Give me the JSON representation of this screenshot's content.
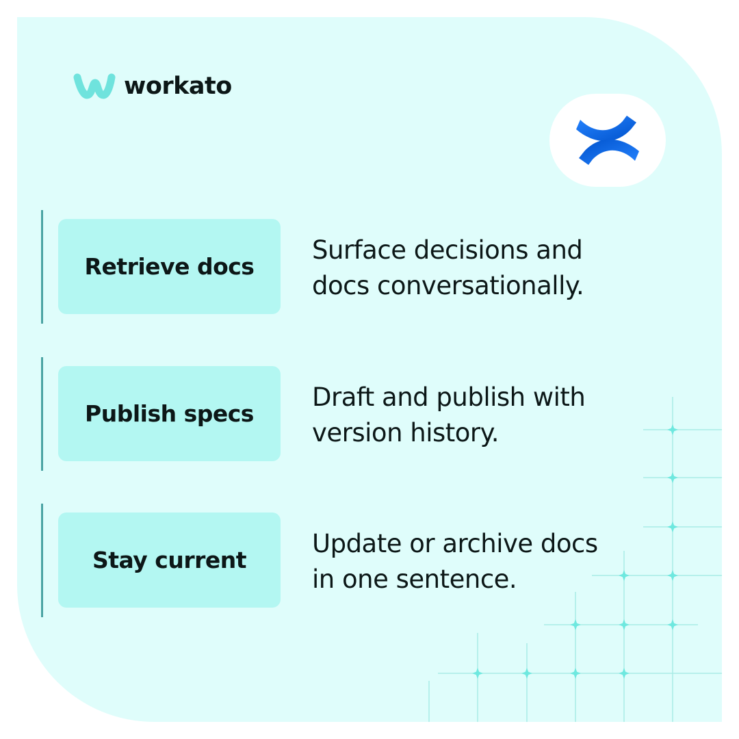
{
  "brand": {
    "name": "workato",
    "accent": "#6fe3dd",
    "partner_icon": "confluence-icon",
    "partner_color": "#1868db"
  },
  "features": [
    {
      "title": "Retrieve docs",
      "desc_line1": "Surface decisions and",
      "desc_line2": "docs conversationally."
    },
    {
      "title": "Publish specs",
      "desc_line1": "Draft and publish with",
      "desc_line2": "version history."
    },
    {
      "title": "Stay current",
      "desc_line1": "Update or archive docs",
      "desc_line2": "in one sentence."
    }
  ],
  "colors": {
    "background": "#dffdfb",
    "pill": "#b3f7f2",
    "bar": "#4aa3a3",
    "text": "#0c1717"
  }
}
